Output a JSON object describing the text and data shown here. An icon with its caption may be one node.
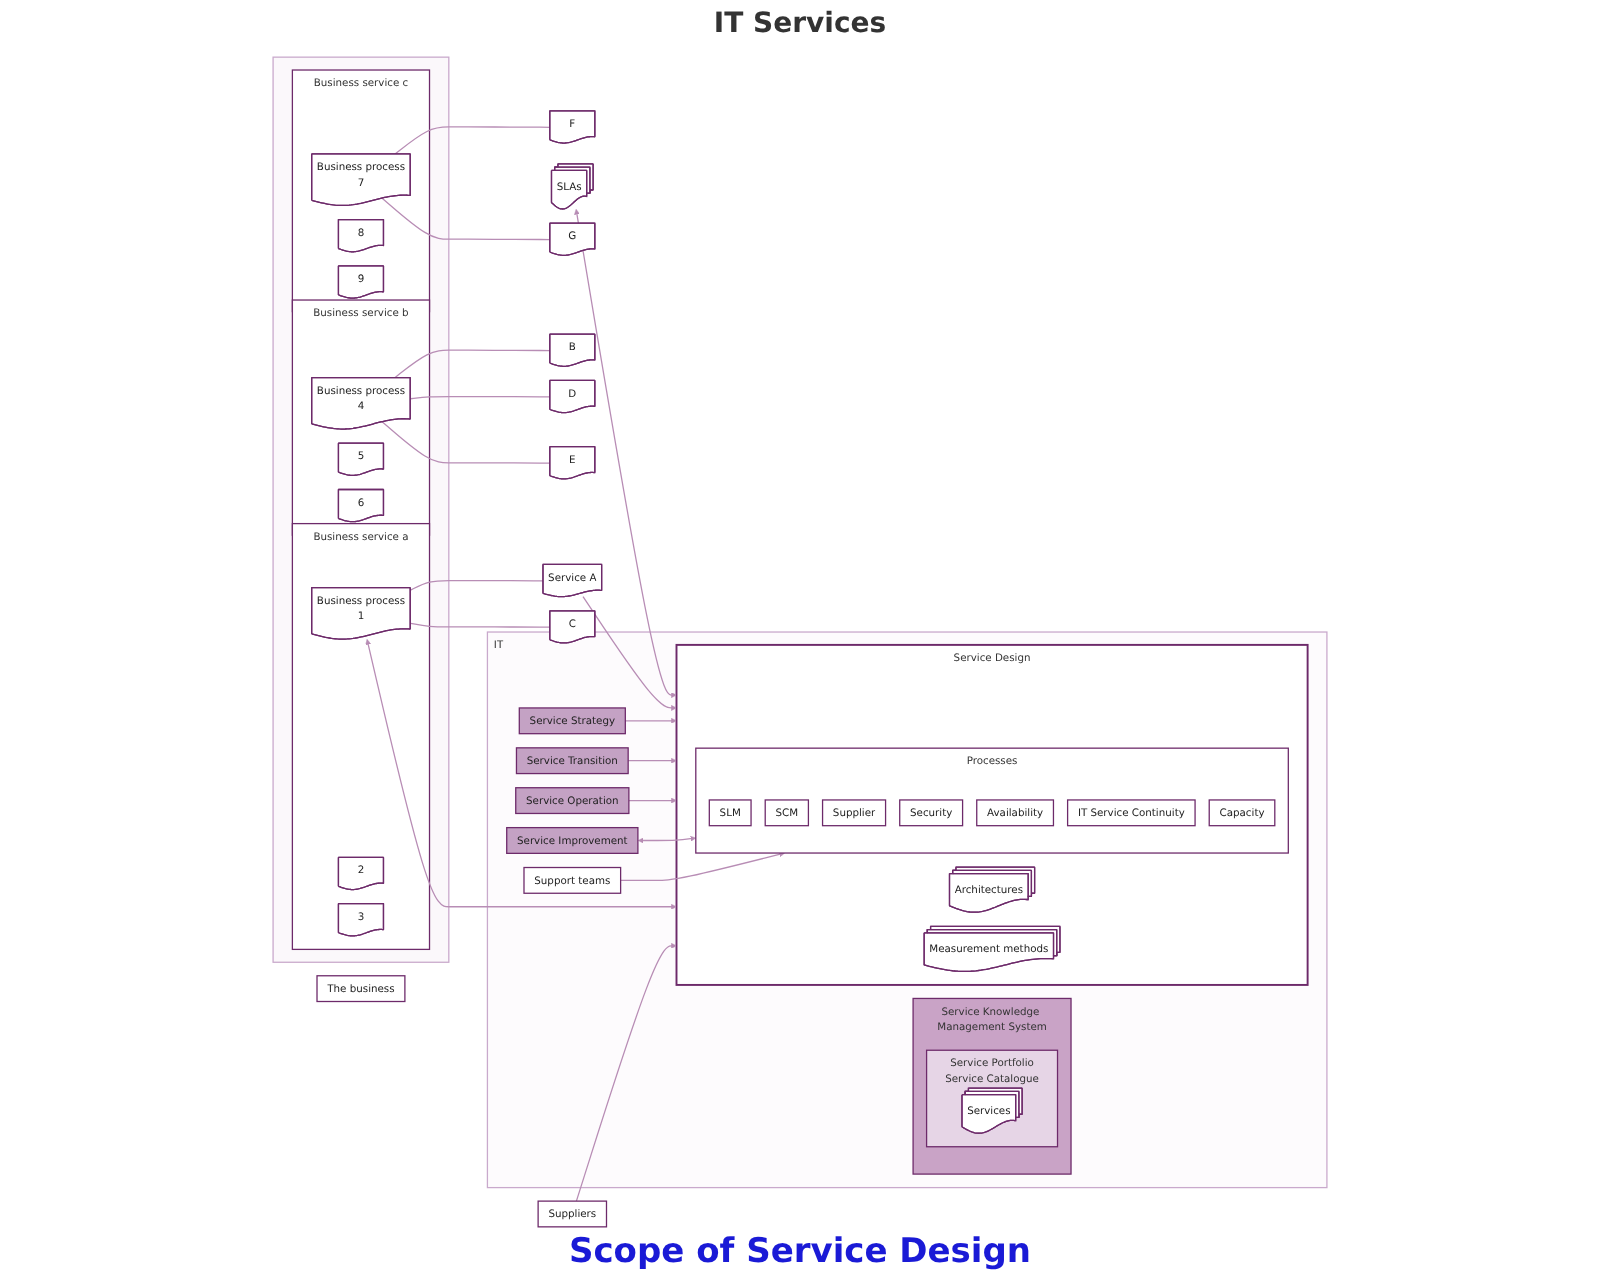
{
  "diagram": {
    "caption": "Scope of Service Design",
    "nodes": [
      {
        "text": [],
        "shape": "box"
      },
      {
        "text": [
          "Business service a"
        ],
        "in": 0
      },
      {
        "text": [
          "Business process",
          "1"
        ],
        "in": 1
      },
      {
        "text": [
          "2"
        ],
        "in": 1
      },
      {
        "text": [
          "3"
        ],
        "in": 1
      },
      {
        "text": [
          "Business service b"
        ],
        "in": 0
      },
      {
        "text": [
          "Business process",
          "4"
        ],
        "in": 5
      },
      {
        "text": [
          "5"
        ],
        "in": 5
      },
      {
        "text": [
          "6"
        ],
        "in": 5
      },
      {
        "text": [
          "Business service c"
        ],
        "in": 0
      },
      {
        "text": [
          "Business process",
          "7"
        ],
        "in": 9
      },
      {
        "text": [
          "8"
        ],
        "in": 9
      },
      {
        "text": [
          "9"
        ],
        "in": 9
      },
      {
        "text": [
          "The business"
        ]
      },
      {
        "text": [
          "SLAs"
        ]
      },
      {
        "text": [
          "Service A"
        ]
      },
      {
        "text": [
          "B"
        ]
      },
      {
        "text": [
          "C"
        ]
      },
      {
        "text": [
          "D"
        ]
      },
      {
        "text": [
          "E"
        ]
      },
      {
        "text": [
          "F"
        ]
      },
      {
        "text": [
          "G"
        ]
      },
      {
        "text": [
          "IT"
        ]
      },
      {
        "text": [
          "Service Strategy"
        ],
        "in": 22
      },
      {
        "text": [
          "Service Transition"
        ],
        "in": 22
      },
      {
        "text": [
          "Service Operation"
        ],
        "in": 22
      },
      {
        "text": [
          "Service Knowledge Management System"
        ],
        "in": 22
      },
      {
        "text": [
          "Service Portfolio",
          "Service Catalogue"
        ],
        "in": 26
      },
      {
        "text": [
          "Services"
        ],
        "in": 27
      },
      {
        "text": [
          "Service Improvement"
        ],
        "in": 22
      },
      {
        "text": [
          "Service Design"
        ],
        "in": 22
      },
      {
        "text": [
          "Processes"
        ],
        "in": 30
      },
      {
        "text": [
          "SLM"
        ],
        "in": 31
      },
      {
        "text": [
          "SCM"
        ],
        "in": 31
      },
      {
        "text": [
          "Supplier"
        ],
        "in": 31
      },
      {
        "text": [
          "Security"
        ],
        "in": 31
      },
      {
        "text": [
          "Availability"
        ],
        "in": 31
      },
      {
        "text": [
          "IT Service Continuity"
        ],
        "in": 31
      },
      {
        "text": [
          "Capacity"
        ],
        "in": 31
      },
      {
        "text": [
          "Architectures"
        ],
        "in": 30
      },
      {
        "text": [
          "Measurement methods"
        ],
        "in": 30
      },
      {
        "text": [
          "Support teams"
        ],
        "in": 22
      },
      {
        "text": [
          "Suppliers"
        ]
      }
    ],
    "edges": [
      {
        "from": 2,
        "to": 15,
        "arrow": "none"
      },
      {
        "from": 2,
        "to": 17,
        "arrow": "none"
      },
      {
        "from": 6,
        "to": 16,
        "arrow": "none"
      },
      {
        "from": 6,
        "to": 18,
        "arrow": "none"
      },
      {
        "from": 6,
        "to": 19,
        "arrow": "none"
      },
      {
        "from": 10,
        "to": 20,
        "arrow": "none"
      },
      {
        "from": 10,
        "to": 21,
        "arrow": "none"
      },
      {
        "from": 14,
        "to": 30,
        "arrow": "both"
      },
      {
        "from": 2,
        "to": 30,
        "arrow": "both"
      },
      {
        "from": 15,
        "to": 30,
        "arrow": "to"
      },
      {
        "from": 23,
        "to": 30,
        "arrow": "to"
      },
      {
        "from": 24,
        "to": 30,
        "arrow": "to"
      },
      {
        "from": 25,
        "to": 30,
        "arrow": "to"
      },
      {
        "from": 29,
        "to": 31,
        "arrow": "both"
      },
      {
        "from": 41,
        "to": 31,
        "arrow": "to"
      },
      {
        "from": 42,
        "to": 30,
        "arrow": "to"
      }
    ],
    "labels": [
      "IT Services"
    ]
  }
}
